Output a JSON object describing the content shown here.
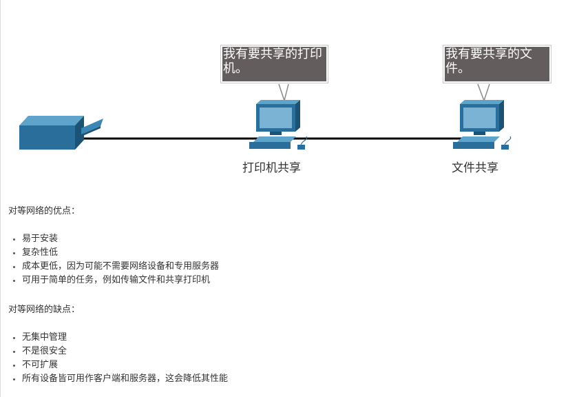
{
  "diagram": {
    "bubbles": {
      "printer_pc": "我有要共享的打印机。",
      "file_pc": "我有要共享的文件。"
    },
    "labels": {
      "printer_pc": "打印机共享",
      "file_pc": "文件共享"
    },
    "colors": {
      "device_blue": "#2a6f9b",
      "bubble_bg": "#635d5d",
      "cable": "#000000"
    }
  },
  "pros": {
    "title": "对等网络的优点：",
    "items": [
      "易于安装",
      "复杂性低",
      "成本更低，因为可能不需要网络设备和专用服务器",
      "可用于简单的任务，例如传输文件和共享打印机"
    ]
  },
  "cons": {
    "title": "对等网络的缺点：",
    "items": [
      "无集中管理",
      "不是很安全",
      "不可扩展",
      "所有设备皆可用作客户端和服务器，这会降低其性能"
    ]
  }
}
